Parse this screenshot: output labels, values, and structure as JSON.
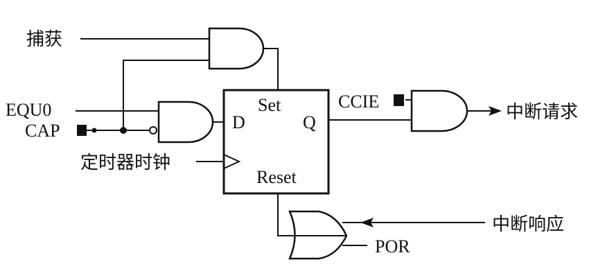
{
  "labels": {
    "capture": "捕获",
    "equ0": "EQU0",
    "cap": "CAP",
    "timer_clock": "定时器时钟",
    "set": "Set",
    "d": "D",
    "q": "Q",
    "reset": "Reset",
    "ccie": "CCIE",
    "interrupt_request": "中断请求",
    "interrupt_response": "中断响应",
    "por": "POR"
  }
}
